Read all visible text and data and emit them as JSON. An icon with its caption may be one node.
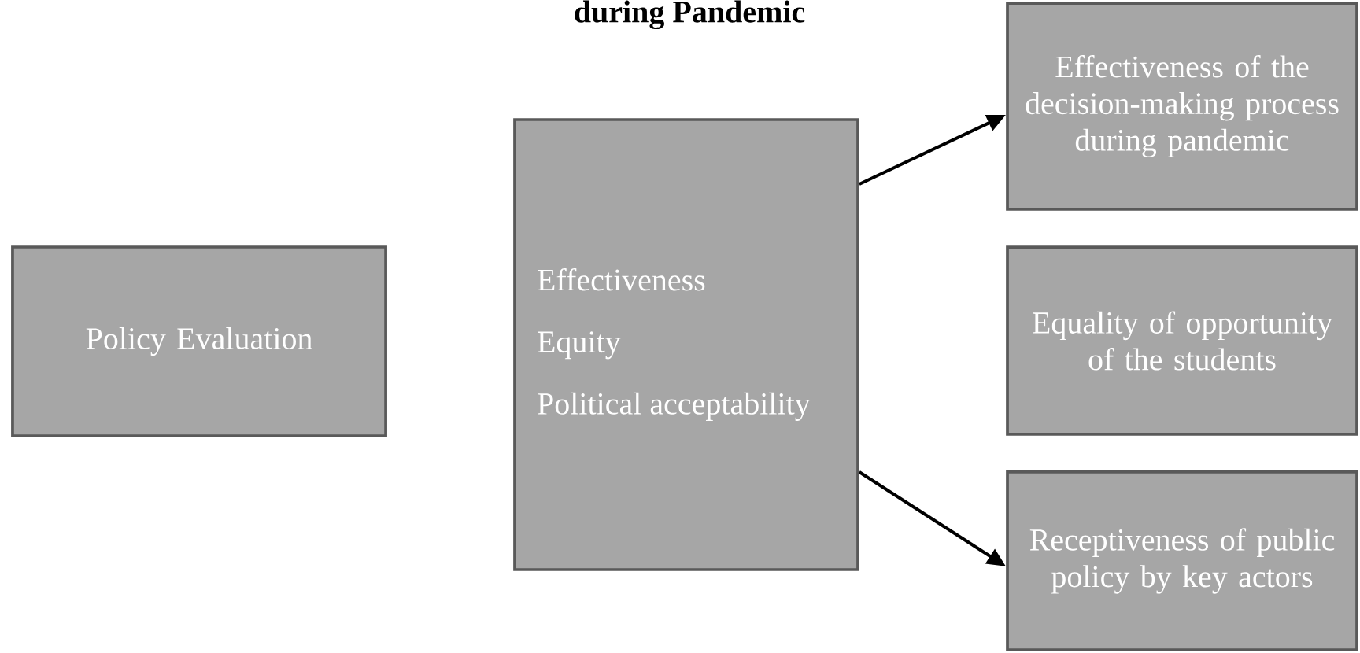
{
  "diagram": {
    "title": "during Pandemic",
    "nodes": [
      {
        "text": [
          "Policy Evaluation"
        ]
      },
      {
        "text": [
          "Effectiveness",
          "Equity",
          "Political acceptability"
        ]
      },
      {
        "text": [
          "Effectiveness of the decision-making process during pandemic"
        ]
      },
      {
        "text": [
          "Equality of opportunity of the students"
        ]
      },
      {
        "text": [
          "Receptiveness of public policy by key actors"
        ]
      }
    ],
    "edges": [
      {
        "from": 1,
        "to": 2,
        "arrow": "to"
      },
      {
        "from": 1,
        "to": 4,
        "arrow": "to"
      }
    ]
  }
}
